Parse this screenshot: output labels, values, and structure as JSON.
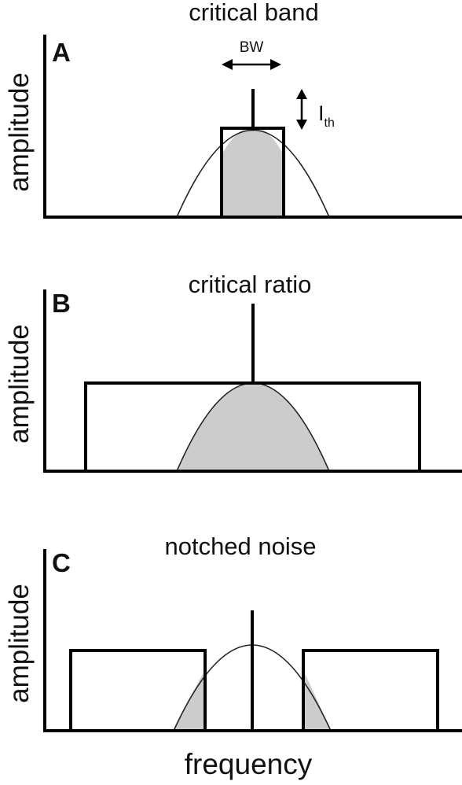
{
  "figure": {
    "x_axis_label": "frequency",
    "panels": [
      {
        "letter": "A",
        "title": "critical band",
        "y_axis_label": "amplitude",
        "annotations": {
          "bandwidth": "BW",
          "threshold_main": "I",
          "threshold_sub": "th"
        }
      },
      {
        "letter": "B",
        "title": "critical ratio",
        "y_axis_label": "amplitude"
      },
      {
        "letter": "C",
        "title": "notched noise",
        "y_axis_label": "amplitude"
      }
    ]
  },
  "colors": {
    "overlap_fill": "#cccccc",
    "lines": "#000000"
  }
}
